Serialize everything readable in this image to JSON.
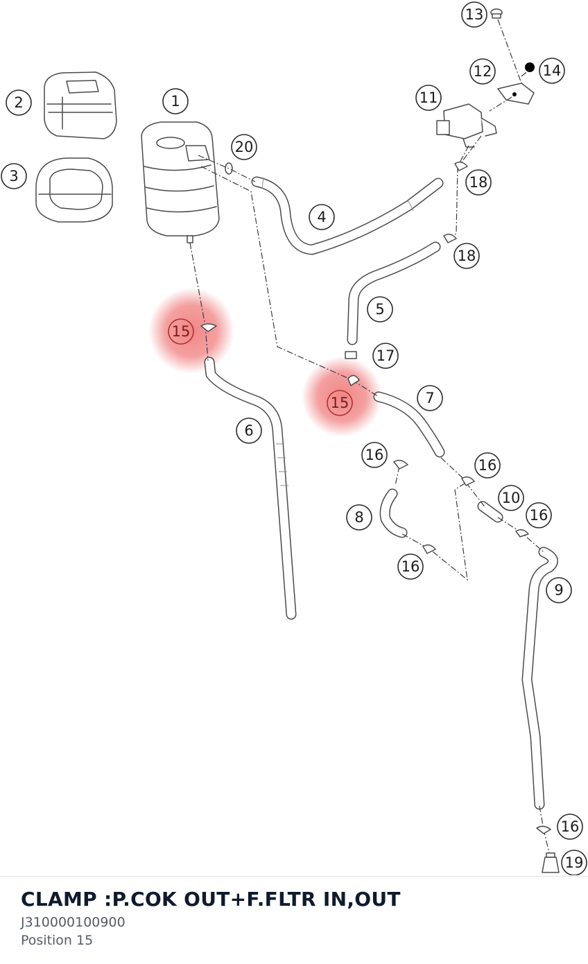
{
  "diagram": {
    "callouts": [
      "1",
      "2",
      "3",
      "4",
      "5",
      "6",
      "7",
      "8",
      "9",
      "10",
      "11",
      "12",
      "13",
      "14",
      "15",
      "16",
      "17",
      "18",
      "19",
      "20"
    ],
    "highlighted_callout": "15",
    "highlight_color": "#f08080"
  },
  "part": {
    "title": "CLAMP :P.COK OUT+F.FLTR IN,OUT",
    "number": "J310000100900",
    "position": "Position 15"
  }
}
